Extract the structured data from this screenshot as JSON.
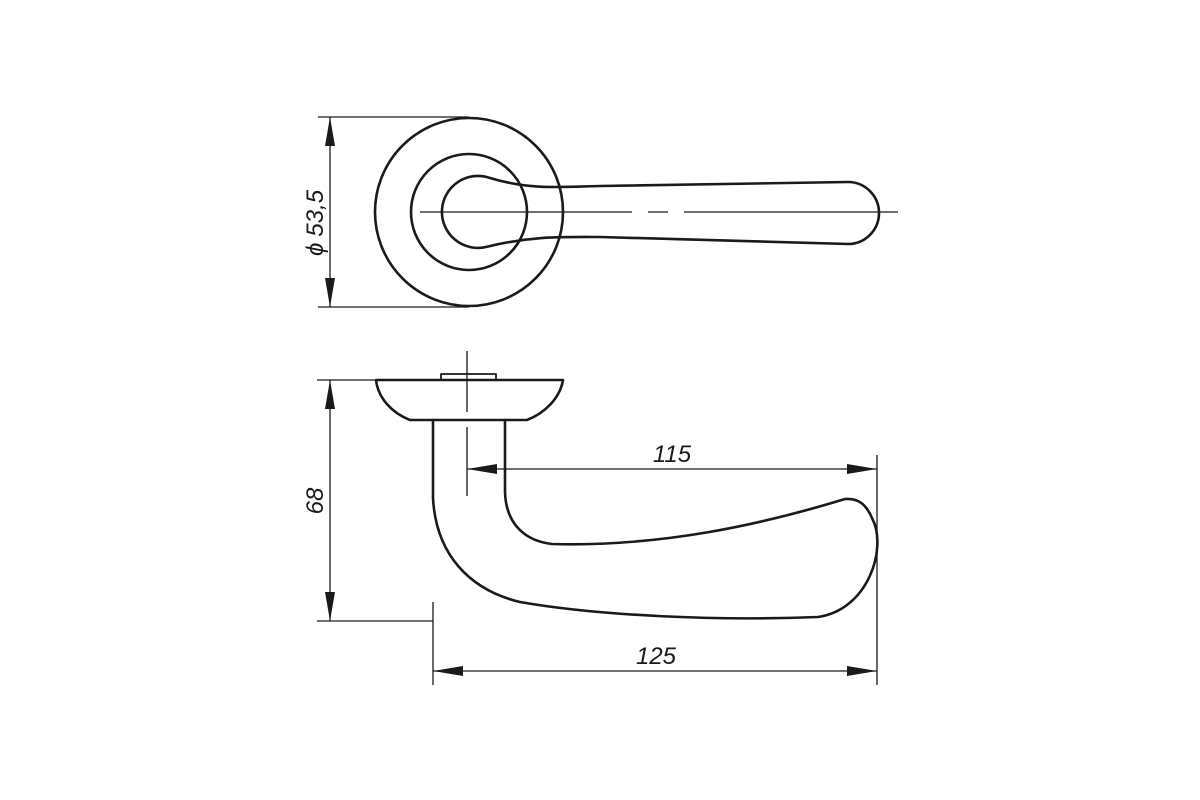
{
  "dimensions": {
    "rose_diameter": {
      "symbol": "ϕ",
      "value": "53,5"
    },
    "height": {
      "value": "68"
    },
    "lever_reach": {
      "value": "115"
    },
    "overall_length": {
      "value": "125"
    }
  },
  "colors": {
    "line": "#1a1a1a",
    "background": "#ffffff"
  }
}
